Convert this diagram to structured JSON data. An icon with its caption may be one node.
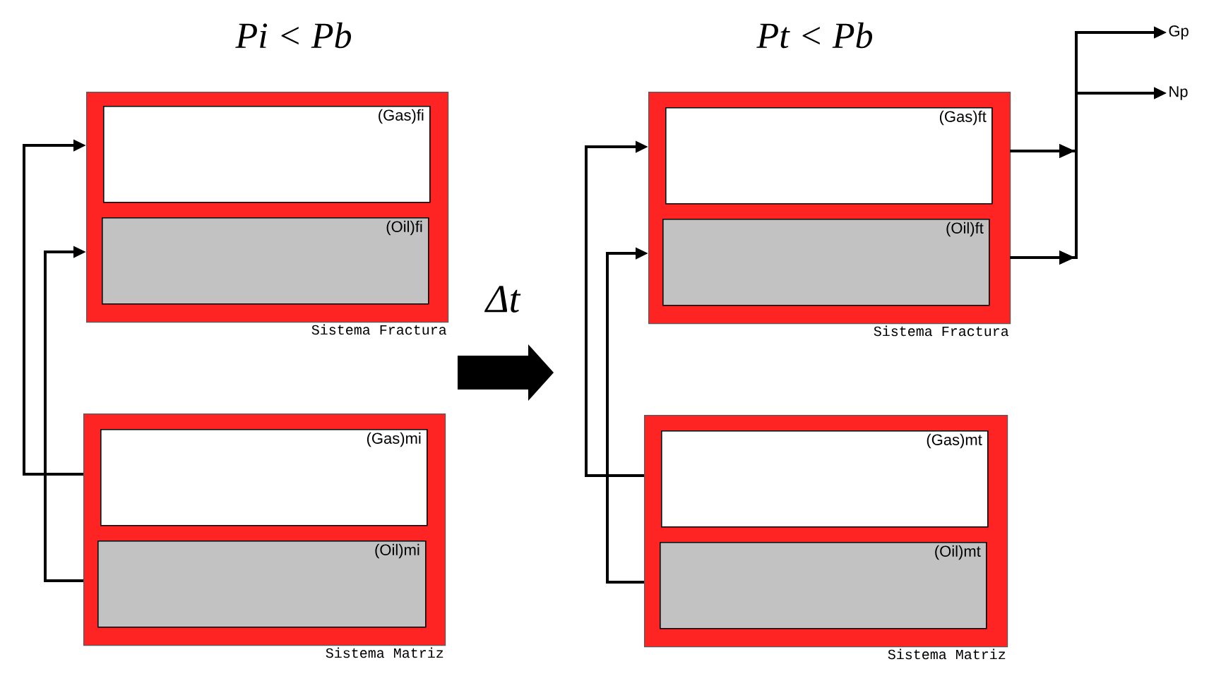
{
  "diagram": {
    "nodes": [
      {
        "text": [
          "Sistema Fractura"
        ]
      },
      {
        "text": [
          "(Gas)fi"
        ],
        "in": 0
      },
      {
        "text": [
          "(Oil)fi"
        ],
        "in": 0
      },
      {
        "text": [
          "Sistema Matriz"
        ]
      },
      {
        "text": [
          "(Gas)mi"
        ],
        "in": 3
      },
      {
        "text": [
          "(Oil)mi"
        ],
        "in": 3
      },
      {
        "text": [
          "Sistema Fractura"
        ]
      },
      {
        "text": [
          "(Gas)ft"
        ],
        "in": 6
      },
      {
        "text": [
          "(Oil)ft"
        ],
        "in": 6
      },
      {
        "text": [
          "Sistema Matriz"
        ]
      },
      {
        "text": [
          "(Gas)mt"
        ],
        "in": 9
      },
      {
        "text": [
          "(Oil)mt"
        ],
        "in": 9
      },
      {
        "text": [
          "Gp"
        ]
      },
      {
        "text": [
          "Np"
        ]
      }
    ],
    "edges": [
      {
        "from": 4,
        "to": 1,
        "arrow": "to"
      },
      {
        "from": 5,
        "to": 2,
        "arrow": "to"
      },
      {
        "from": 10,
        "to": 7,
        "arrow": "to"
      },
      {
        "from": 11,
        "to": 8,
        "arrow": "to"
      },
      {
        "from": 7,
        "to": 12,
        "arrow": "to"
      },
      {
        "from": 7,
        "to": 13,
        "arrow": "to"
      },
      {
        "from": 8,
        "to": 12,
        "arrow": "to"
      },
      {
        "from": 8,
        "to": 13,
        "arrow": "to"
      }
    ],
    "labels": [
      "Pi < Pb",
      "Pt < Pb",
      "Δt"
    ]
  }
}
